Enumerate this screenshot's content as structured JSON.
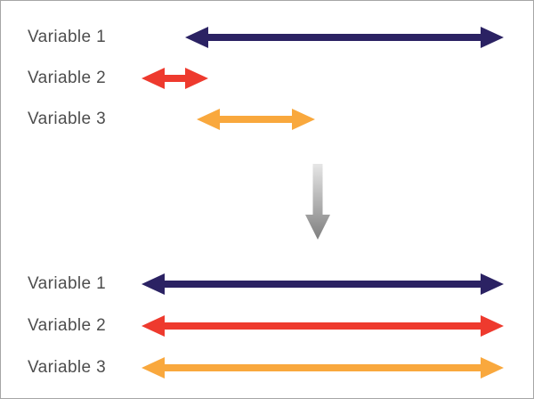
{
  "colors": {
    "background": "#ffffff",
    "border": "#a6a6a6",
    "label_text": "#4d4d4d",
    "navy": "#2b2263",
    "red": "#ee3a2e",
    "orange": "#f9a83d",
    "gray_arrow_top": "#e6e6e6",
    "gray_arrow_bottom": "#7f7f7f"
  },
  "top_section": {
    "rows": [
      {
        "label": "Variable 1",
        "color": "#2b2263"
      },
      {
        "label": "Variable 2",
        "color": "#ee3a2e"
      },
      {
        "label": "Variable 3",
        "color": "#f9a83d"
      }
    ]
  },
  "transform_arrow": {
    "icon": "down-arrow"
  },
  "bottom_section": {
    "rows": [
      {
        "label": "Variable 1",
        "color": "#2b2263"
      },
      {
        "label": "Variable 2",
        "color": "#ee3a2e"
      },
      {
        "label": "Variable 3",
        "color": "#f9a83d"
      }
    ]
  }
}
